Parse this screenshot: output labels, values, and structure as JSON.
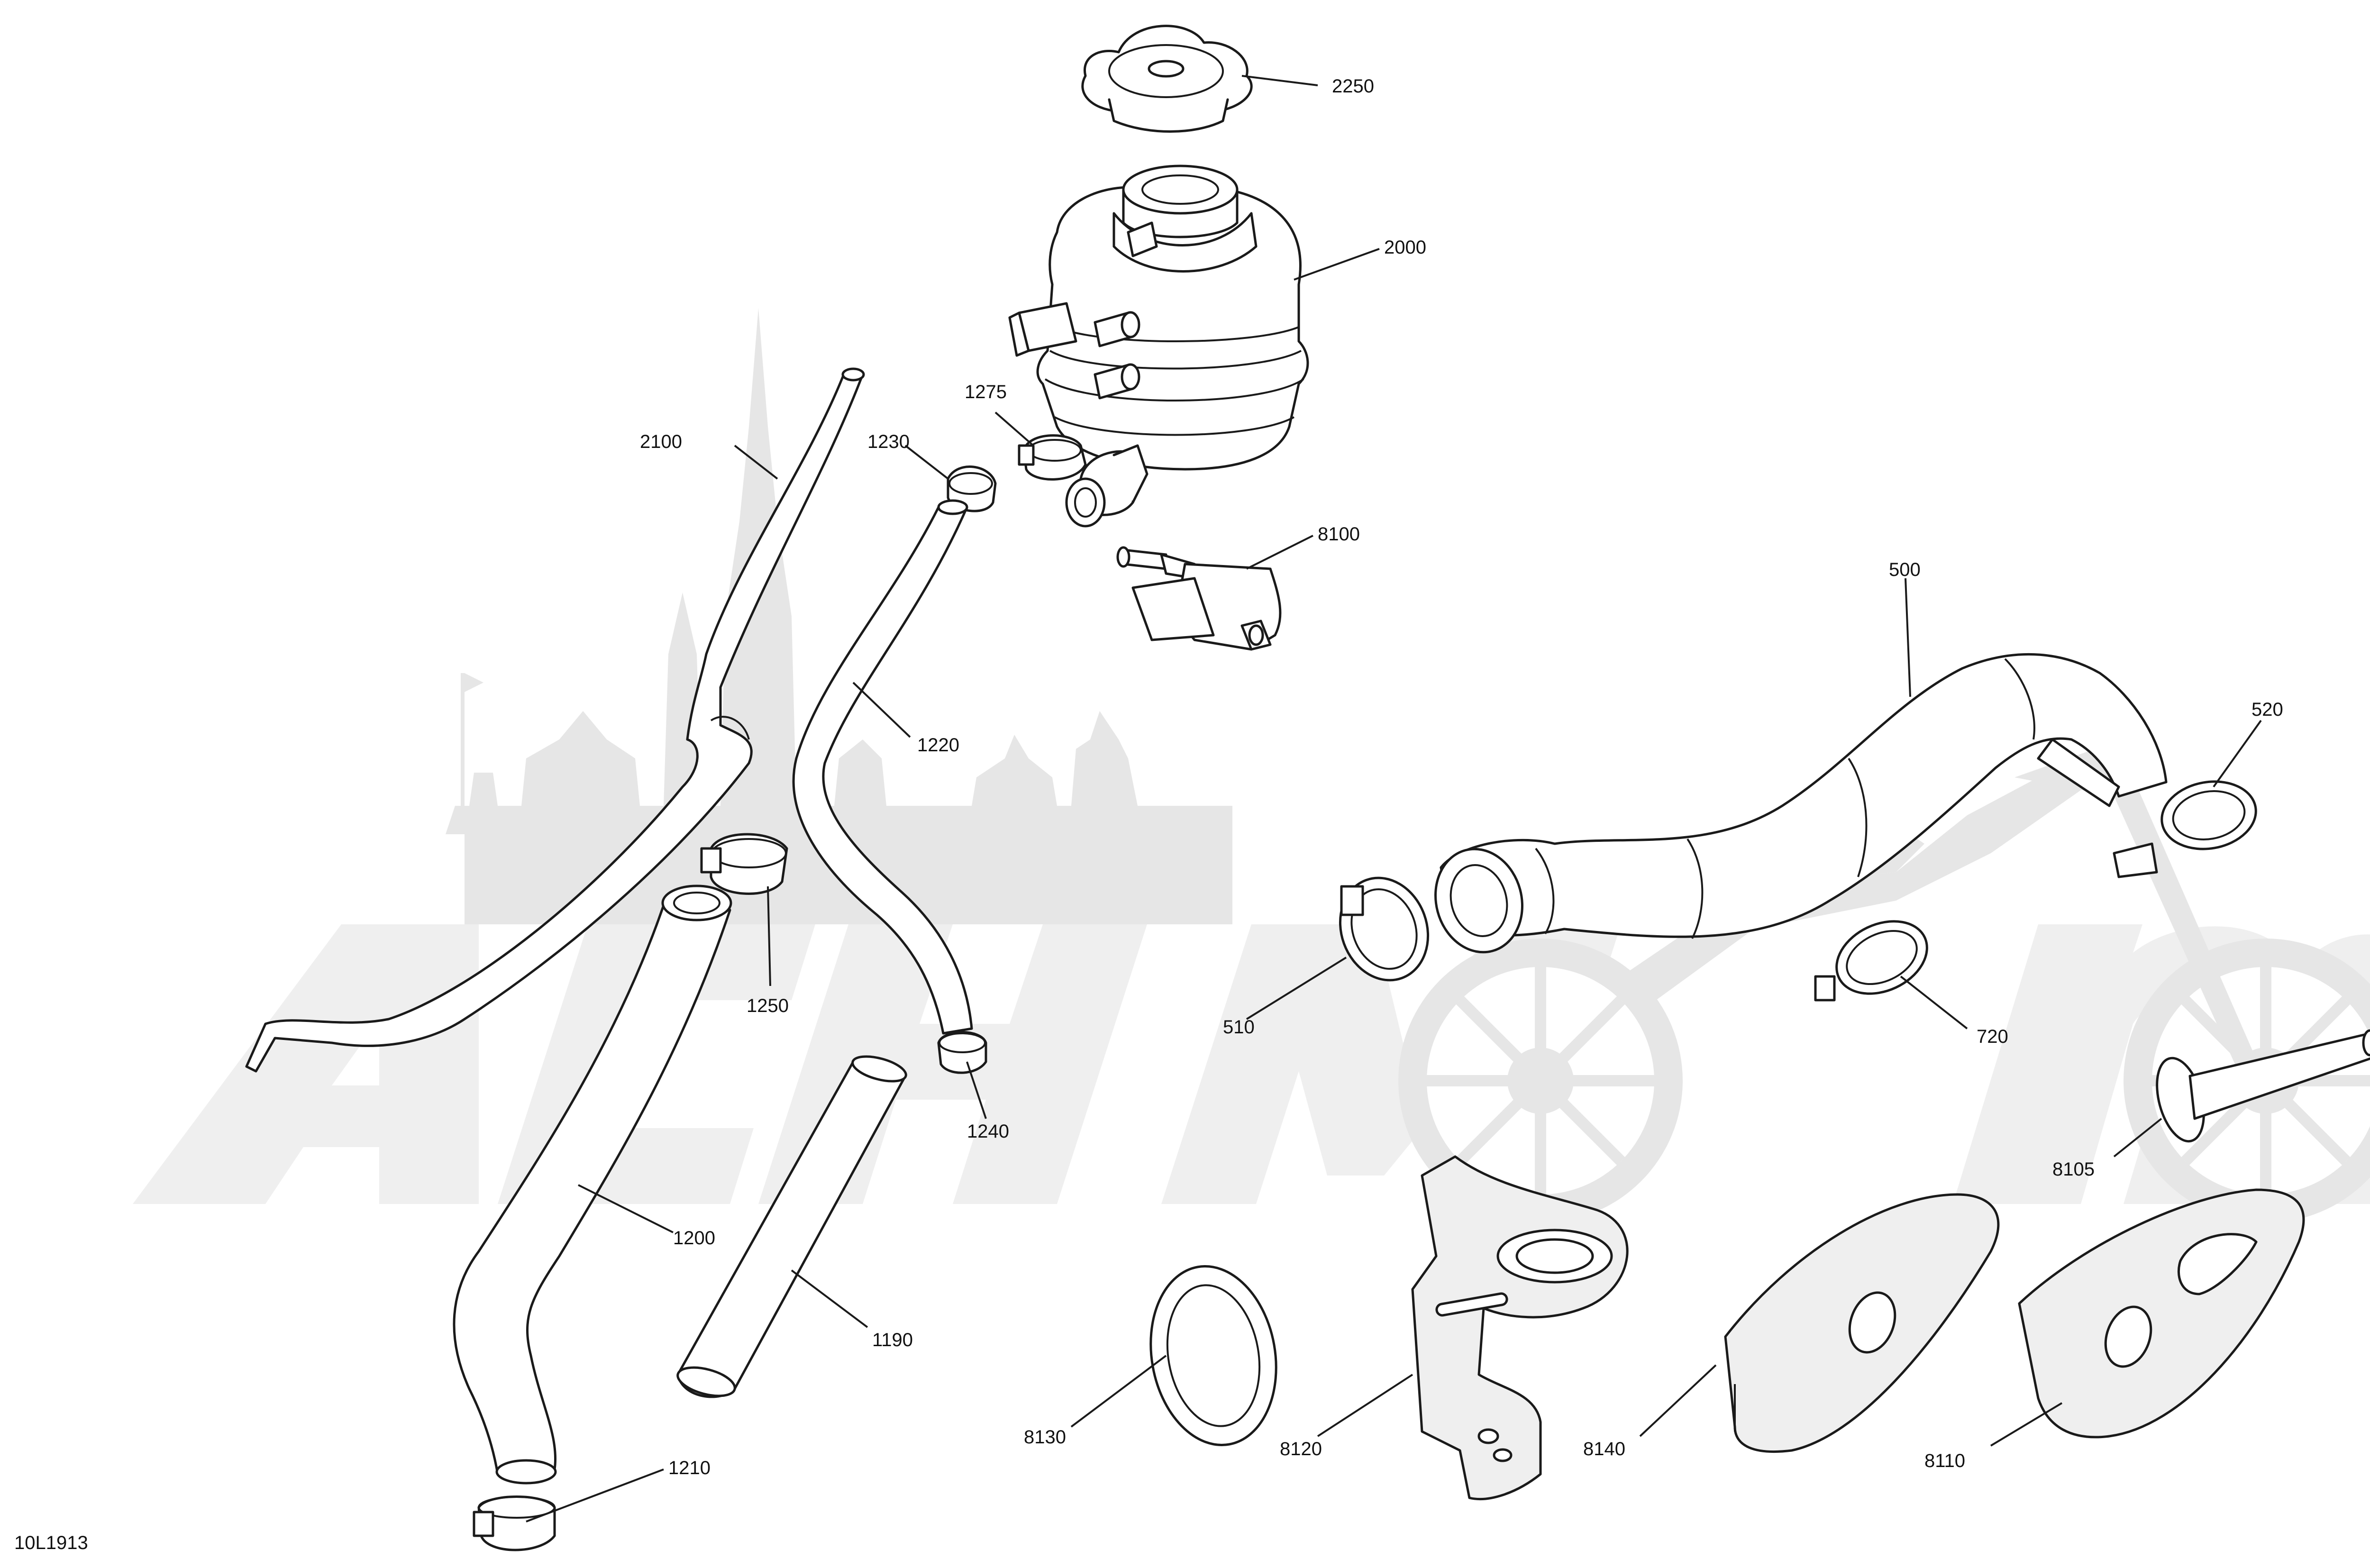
{
  "diagram": {
    "type": "exploded-parts-diagram",
    "reference_code": "10L1913",
    "watermark": "AchMoto",
    "callouts": [
      {
        "id": "c2250",
        "label": "2250"
      },
      {
        "id": "c2000",
        "label": "2000"
      },
      {
        "id": "c2100",
        "label": "2100"
      },
      {
        "id": "c1275",
        "label": "1275"
      },
      {
        "id": "c1230",
        "label": "1230"
      },
      {
        "id": "c8100",
        "label": "8100"
      },
      {
        "id": "c1220",
        "label": "1220"
      },
      {
        "id": "c500",
        "label": "500"
      },
      {
        "id": "c520",
        "label": "520"
      },
      {
        "id": "c1250",
        "label": "1250"
      },
      {
        "id": "c510",
        "label": "510"
      },
      {
        "id": "c720",
        "label": "720"
      },
      {
        "id": "c1240",
        "label": "1240"
      },
      {
        "id": "c8105",
        "label": "8105"
      },
      {
        "id": "c1200",
        "label": "1200"
      },
      {
        "id": "c1190",
        "label": "1190"
      },
      {
        "id": "c8130",
        "label": "8130"
      },
      {
        "id": "c8120",
        "label": "8120"
      },
      {
        "id": "c8140",
        "label": "8140"
      },
      {
        "id": "c8110",
        "label": "8110"
      },
      {
        "id": "c1210",
        "label": "1210"
      }
    ]
  }
}
